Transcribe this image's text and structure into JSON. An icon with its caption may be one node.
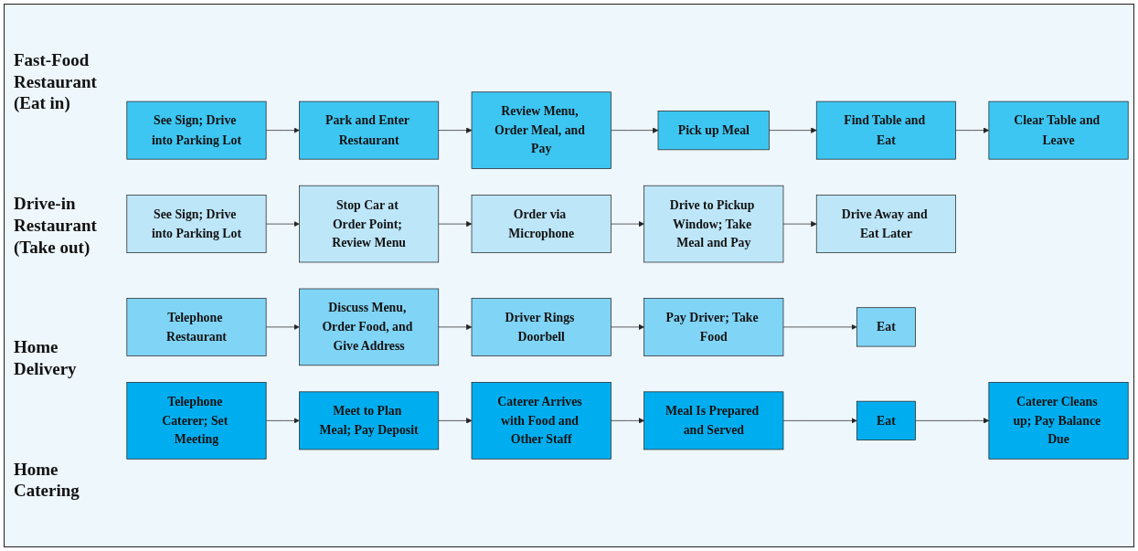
{
  "diagram": {
    "nodes": [
      {
        "text": [
          "See Sign; Drive into Parking Lot"
        ]
      },
      {
        "text": [
          "Park and Enter Restaurant"
        ]
      },
      {
        "text": [
          "Review Menu, Order Meal, and Pay"
        ]
      },
      {
        "text": [
          "Pick up Meal"
        ]
      },
      {
        "text": [
          "Find Table and Eat"
        ]
      },
      {
        "text": [
          "Clear Table and Leave"
        ]
      },
      {
        "text": [
          "See Sign; Drive into Parking Lot"
        ]
      },
      {
        "text": [
          "Stop Car at Order Point; Review Menu"
        ]
      },
      {
        "text": [
          "Order via Microphone"
        ]
      },
      {
        "text": [
          "Drive to Pickup Window; Take Meal and Pay"
        ]
      },
      {
        "text": [
          "Drive Away and Eat Later"
        ]
      },
      {
        "text": [
          "Telephone Restaurant"
        ]
      },
      {
        "text": [
          "Discuss Menu, Order Food, and Give Address"
        ]
      },
      {
        "text": [
          "Driver Rings Doorbell"
        ]
      },
      {
        "text": [
          "Pay Driver; Take Food"
        ]
      },
      {
        "text": [
          "Eat"
        ]
      },
      {
        "text": [
          "Telephone Caterer; Set Meeting"
        ]
      },
      {
        "text": [
          "Meet to Plan Meal; Pay Deposit"
        ]
      },
      {
        "text": [
          "Caterer Arrives with Food and Other Staff"
        ]
      },
      {
        "text": [
          "Meal Is Prepared and Served"
        ]
      },
      {
        "text": [
          "Eat"
        ]
      },
      {
        "text": [
          "Caterer Cleans up; Pay Balance Due"
        ]
      }
    ],
    "edges": [
      {
        "from": 0,
        "to": 1,
        "arrow": "to"
      },
      {
        "from": 1,
        "to": 2,
        "arrow": "to"
      },
      {
        "from": 2,
        "to": 3,
        "arrow": "to"
      },
      {
        "from": 3,
        "to": 4,
        "arrow": "to"
      },
      {
        "from": 4,
        "to": 5,
        "arrow": "to"
      },
      {
        "from": 6,
        "to": 7,
        "arrow": "to"
      },
      {
        "from": 7,
        "to": 8,
        "arrow": "to"
      },
      {
        "from": 8,
        "to": 9,
        "arrow": "to"
      },
      {
        "from": 9,
        "to": 10,
        "arrow": "to"
      },
      {
        "from": 11,
        "to": 12,
        "arrow": "to"
      },
      {
        "from": 12,
        "to": 13,
        "arrow": "to"
      },
      {
        "from": 13,
        "to": 14,
        "arrow": "to"
      },
      {
        "from": 14,
        "to": 15,
        "arrow": "to"
      },
      {
        "from": 16,
        "to": 17,
        "arrow": "to"
      },
      {
        "from": 17,
        "to": 18,
        "arrow": "to"
      },
      {
        "from": 18,
        "to": 19,
        "arrow": "to"
      },
      {
        "from": 19,
        "to": 20,
        "arrow": "to"
      },
      {
        "from": 20,
        "to": 21,
        "arrow": "to"
      }
    ],
    "labels": [
      "Fast-Food Restaurant (Eat in)",
      "Drive-in Restaurant (Take out)",
      "Home Delivery",
      "Home Catering"
    ]
  }
}
